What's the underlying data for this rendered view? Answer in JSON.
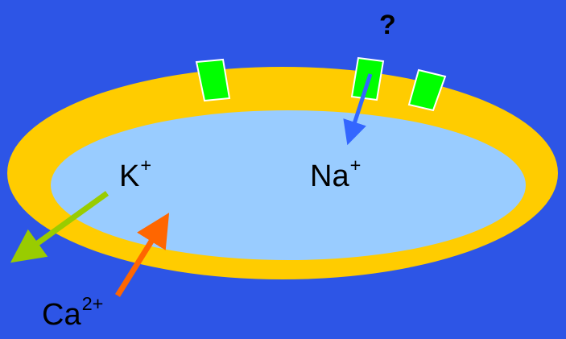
{
  "labels": {
    "question": "?",
    "potassium": {
      "symbol": "K",
      "charge": "+"
    },
    "sodium": {
      "symbol": "Na",
      "charge": "+"
    },
    "calcium": {
      "symbol": "Ca",
      "charge": "2+"
    }
  },
  "colors": {
    "background": "#2d55e6",
    "membrane": "#ffcc00",
    "cytoplasm": "#99ccff",
    "channel": "#00ff00",
    "potassium_arrow": "#99cc00",
    "sodium_arrow": "#3366ff",
    "calcium_arrow": "#ff6600"
  }
}
